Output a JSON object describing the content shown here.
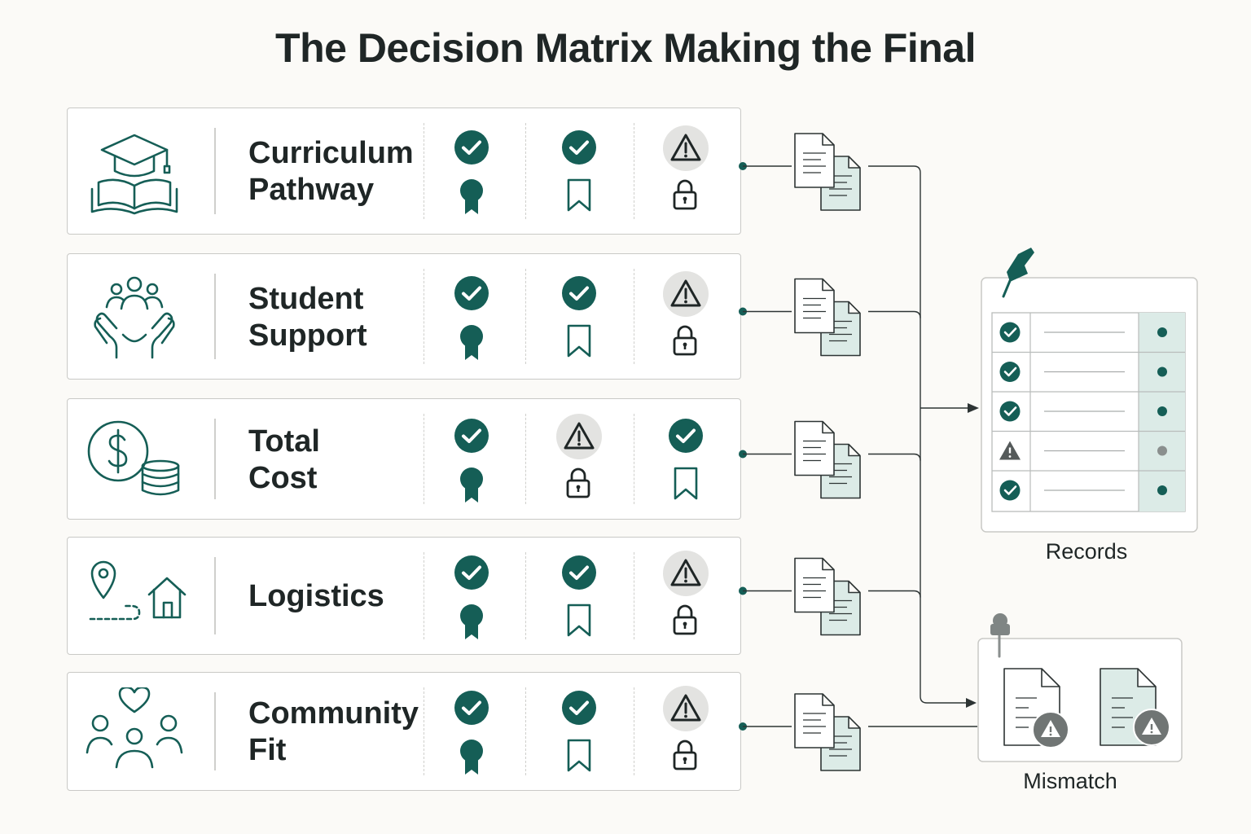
{
  "title": "The Decision Matrix Making the Final",
  "colors": {
    "teal": "#155e56",
    "teal_light": "#dcebe7",
    "warn_bg": "#e3e3e1",
    "dark": "#1f2626",
    "line": "#2d3434"
  },
  "rows": [
    {
      "id": "curriculum",
      "icon": "graduation-book-icon",
      "line1": "Curriculum",
      "line2": "Pathway",
      "cells": [
        {
          "status": "check",
          "sub": "ribbon"
        },
        {
          "status": "check",
          "sub": "bookmark"
        },
        {
          "status": "warning",
          "sub": "lock"
        }
      ]
    },
    {
      "id": "support",
      "icon": "people-hands-icon",
      "line1": "Student",
      "line2": "Support",
      "cells": [
        {
          "status": "check",
          "sub": "ribbon"
        },
        {
          "status": "check",
          "sub": "bookmark"
        },
        {
          "status": "warning",
          "sub": "lock"
        }
      ]
    },
    {
      "id": "cost",
      "icon": "coins-dollar-icon",
      "line1": "Total",
      "line2": "Cost",
      "cells": [
        {
          "status": "check",
          "sub": "ribbon"
        },
        {
          "status": "warning",
          "sub": "lock"
        },
        {
          "status": "check",
          "sub": "bookmark"
        }
      ]
    },
    {
      "id": "logistics",
      "icon": "location-home-icon",
      "line1": "Logistics",
      "line2": "",
      "cells": [
        {
          "status": "check",
          "sub": "ribbon"
        },
        {
          "status": "check",
          "sub": "bookmark"
        },
        {
          "status": "warning",
          "sub": "lock"
        }
      ]
    },
    {
      "id": "community",
      "icon": "community-heart-icon",
      "line1": "Community",
      "line2": "Fit",
      "cells": [
        {
          "status": "check",
          "sub": "ribbon"
        },
        {
          "status": "check",
          "sub": "bookmark"
        },
        {
          "status": "warning",
          "sub": "lock"
        }
      ]
    }
  ],
  "records": {
    "label": "Records",
    "rows": [
      {
        "status": "check"
      },
      {
        "status": "check"
      },
      {
        "status": "check"
      },
      {
        "status": "warning"
      },
      {
        "status": "check"
      }
    ]
  },
  "mismatch": {
    "label": "Mismatch"
  }
}
